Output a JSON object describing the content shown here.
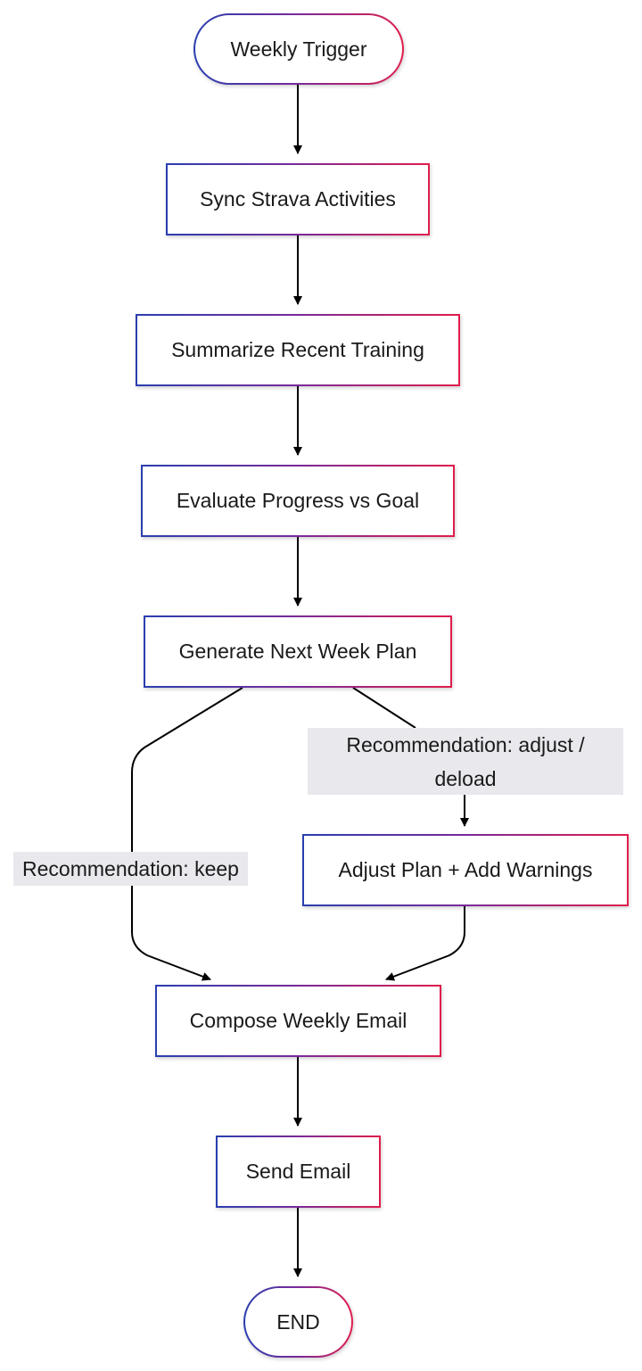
{
  "nodes": {
    "trigger": "Weekly Trigger",
    "sync": "Sync Strava Activities",
    "summarize": "Summarize Recent Training",
    "evaluate": "Evaluate Progress vs Goal",
    "generate": "Generate Next Week Plan",
    "adjust": "Adjust Plan + Add Warnings",
    "compose": "Compose Weekly Email",
    "send": "Send Email",
    "end": "END"
  },
  "edge_labels": {
    "keep": "Recommendation: keep",
    "adjust_line1": "Recommendation: adjust /",
    "adjust_line2": "deload"
  },
  "colors": {
    "border_start": "#2a3fb0",
    "border_end": "#e01d4c",
    "edge": "#000000",
    "label_bg": "#e8e8ed"
  }
}
